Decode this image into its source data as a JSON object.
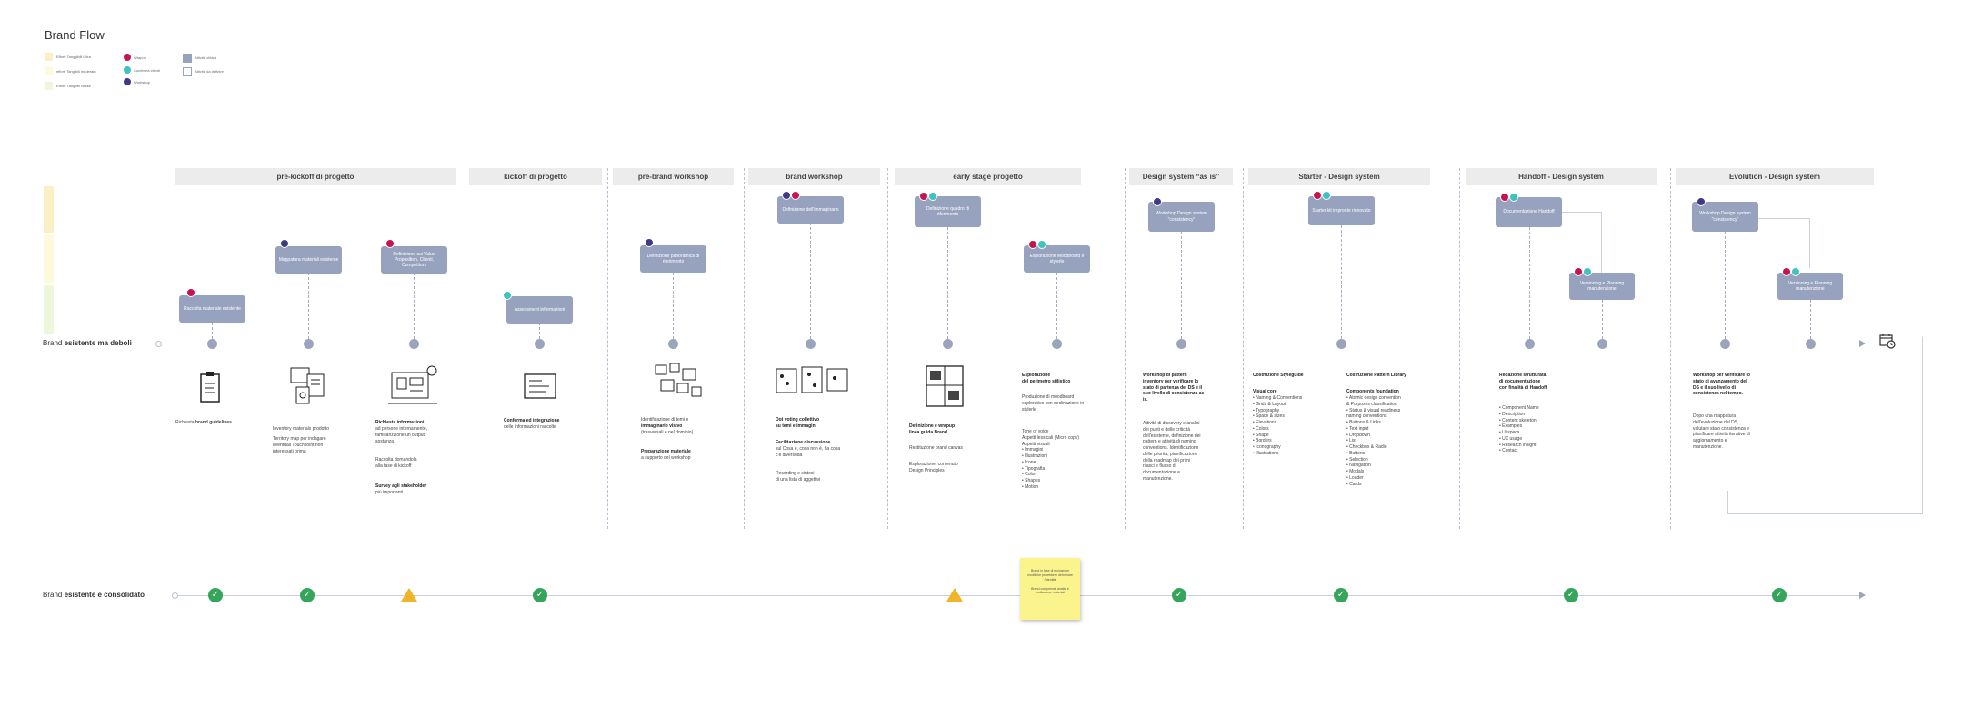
{
  "title": "Brand Flow",
  "legend": {
    "bands": [
      {
        "label": "Effort: Tanggibili Ultra",
        "color": "#fbefc4"
      },
      {
        "label": "effort: Tangibili moderato",
        "color": "#fcfad9"
      },
      {
        "label": "Effort: Tangibili basse",
        "color": "#eef6dc"
      }
    ],
    "dots": [
      {
        "label": "Wrapup",
        "color": "#c8144e"
      },
      {
        "label": "Conferma clienti",
        "color": "#3fc3c0"
      },
      {
        "label": "Workshop",
        "color": "#3d3b86"
      }
    ],
    "boxes": [
      {
        "label": "Attività chiara",
        "kind": "filled"
      },
      {
        "label": "Attività da definire",
        "kind": "outline"
      }
    ]
  },
  "phases": [
    "pre-kickoff di progetto",
    "kickoff di progetto",
    "pre-brand workshop",
    "brand workshop",
    "early stage progetto",
    "Design system “as is”",
    "Starter - Design system",
    "Handoff - Design system",
    "Evolution - Design system"
  ],
  "lanes": {
    "top_prefix": "Brand ",
    "top_bold": "esistente ma deboli",
    "bottom_prefix": "Brand ",
    "bottom_bold": "esistente e consolidato"
  },
  "cards": [
    "Raccolta materiale esistente",
    "Mappatura materiali esistente",
    "Definizione sui Value Proposition, Clienti, Competitors",
    "Assessment informazioni",
    "Definizione panoramica di riferimento",
    "Definizione dell'immaginario",
    "Definizione quadro di riferimento",
    "Esplorazione Moodboard e stylerle",
    "Workshop Design system \"consistency\"",
    "Starter kit impronte rinnovato",
    "Documentazione Handoff",
    "Versioning e Planning manutenzione",
    "Workshop Design system \"consistency\"",
    "Versioning e Planning manutenzione"
  ],
  "texts": {
    "t1": "Richiesta brand guidelines",
    "t2a": "Inventory materials prodotto",
    "t2b": "Territory map per indagare\neventuali Touchpoint non\ninteressati prima",
    "t3a": "Richiesta informazioni",
    "t3b": "ad persone internamente,\nfamiliarizzione un output\nsostanza",
    "t3c": "Raccolta domandola\nalla fase di kickoff",
    "t3d": "Survey agli stakeholder",
    "t3e": "più importanti",
    "t4a": "Conferma ed integrazione",
    "t4b": "delle informazioni raccolte",
    "t5a": "Identificazione di temi e",
    "t5b": "immaginario visivo",
    "t5c": "(trasversali e nel dominio)",
    "t5d": "Preparazione materiale",
    "t5e": "a supporto del workshop",
    "t6a": "Dot voting collettivo",
    "t6b": "su temi e immagini",
    "t6c": "Facilitazione discussione",
    "t6d": "sul Cosa è, cosa non è, ha cosa\nc'è diversoda",
    "t6e": "Recording e sintesi\ndi una lista di aggettivi",
    "t7a": "Definizione e wrapup\nlinea guida Brand",
    "t7b": "Restituzione brand canvas",
    "t7c": "Esplorazione, contenuto\nDesign Principles",
    "t8a": "Esplorazione\ndel perimetro stilistico",
    "t8b": "Produzione di moodboard\nesplorativo con declinazione in\nstylerle",
    "t8c": "Tone of voice\nAspetti lessicali (Micro copy)\nAspetti visuali\n• Immagini\n• Illustrazioni\n• Icone\n• Tipografia\n• Colori\n• Shapes\n• Motion",
    "t9a": "Workshop di pattern\ninventory per verificare lo\nstato di partenza del DS e il\nsuo livello di consistenza as\nis.",
    "t9b": "Attività di discovery e analisi\ndei punti e delle criticità\ndell'esistente, definizione dei\npattern e attività di naming\nconventions. Identificazione\ndelle priorità, pianificazione\ndella roadmap dei primi\nrilasci e flusso di\ndocumentazione e\nmanutenzione.",
    "t10a": "Costruzione Styleguide",
    "t10b": "Visual core",
    "t10c": "• Naming & Conventions\n• Grids & Layout\n• Typography\n• Space & sizes\n• Elevations\n• Colors\n• Shape\n• Borders\n• Iconography\n• Illustrations",
    "t11a": "Costruzione Pattern Library",
    "t11b": "Components foundation",
    "t11c": "• Atomic design convention\n& Purposes classification\n• Status & visual readiness\nnaming conventions\n• Buttons & Links\n• Text input\n• Dropdown\n• List\n• Checkbox & Radio\n• Buttons\n• Selection\n• Navigation\n• Modals\n• Loader\n• Cards",
    "t12a": "Redazione strutturata\ndi documentazione\ncon finalità di Handoff",
    "t12b": "• Component Name\n• Description\n• Content skeleton\n• Examples\n• Ui specs\n• UX usage\n• Research insight\n• Contact",
    "t13a": "Workshop per verificare lo\nstato di avanzamento del\nDS e il suo livello di\nconsistenza nel tempo.",
    "t13b": "Dopo una mappatura\ndell'evoluzione del DS,\nvalutare stato consistenza e\npianificare attività iterative di\naggiornamento e\nmanutenzione.",
    "sticky": "Brand in fase di evoluzione\nmodifiche potrebbero deformare\nl'identità\n\nBrand comprende analisi e\nrestituzione materiali"
  },
  "colors": {
    "wrapup": "#c8144e",
    "conferma": "#3fc3c0",
    "workshop": "#3d3b86",
    "check": "#35a55b",
    "warn": "#f0b428"
  }
}
